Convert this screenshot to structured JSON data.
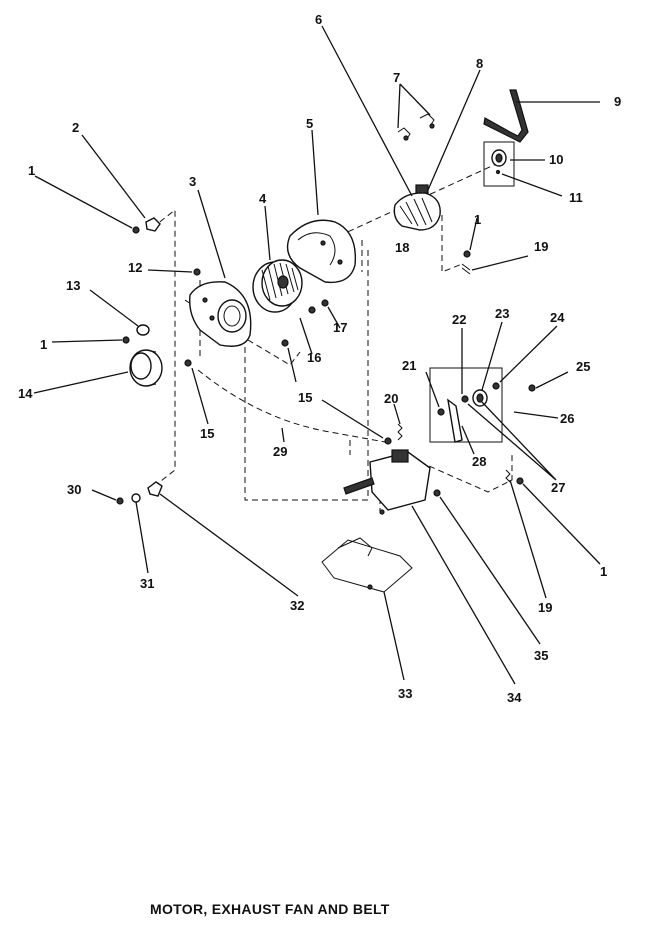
{
  "caption": "MOTOR, EXHAUST FAN AND BELT",
  "callouts": [
    "1",
    "2",
    "1",
    "13",
    "1",
    "14",
    "3",
    "12",
    "4",
    "5",
    "6",
    "7",
    "8",
    "9",
    "10",
    "11",
    "18",
    "1",
    "19",
    "17",
    "16",
    "15",
    "15",
    "29",
    "20",
    "15",
    "22",
    "23",
    "24",
    "21",
    "25",
    "26",
    "28",
    "27",
    "1",
    "19",
    "35",
    "34",
    "33",
    "30",
    "31",
    "32"
  ]
}
